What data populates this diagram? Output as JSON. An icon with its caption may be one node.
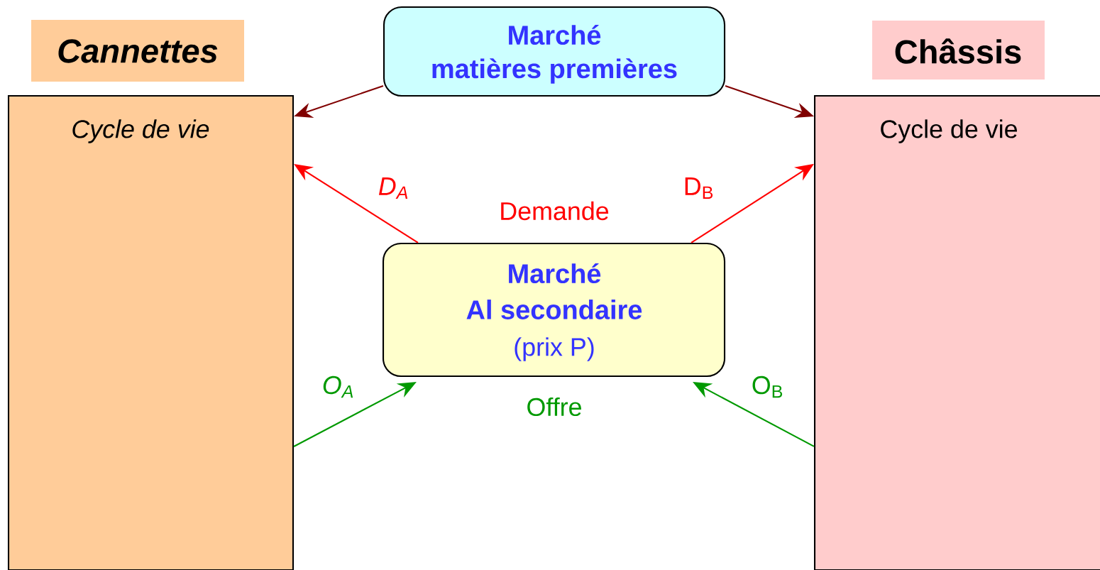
{
  "diagram": {
    "nodes": [
      {
        "text": [
          "Cannettes",
          "Cycle de vie"
        ]
      },
      {
        "text": [
          "Marché",
          "matières premières"
        ]
      },
      {
        "text": [
          "Châssis",
          "Cycle de vie"
        ]
      },
      {
        "text": [
          "Marché",
          "Al secondaire",
          "(prix P)"
        ]
      }
    ],
    "edges": [
      {
        "from": 1,
        "to": 0,
        "arrow": "to",
        "color": "#800000"
      },
      {
        "from": 1,
        "to": 2,
        "arrow": "to",
        "color": "#800000"
      },
      {
        "from": 3,
        "to": 0,
        "arrow": "to",
        "color": "#ff0000",
        "label": "D$_{A}$"
      },
      {
        "from": 3,
        "to": 2,
        "arrow": "to",
        "color": "#ff0000",
        "label": "D$_{B}$"
      },
      {
        "from": 0,
        "to": 3,
        "arrow": "to",
        "color": "#009900",
        "label": "O$_{A}$"
      },
      {
        "from": 2,
        "to": 3,
        "arrow": "to",
        "color": "#009900",
        "label": "O$_{B}$"
      }
    ],
    "labels": [
      "Demande",
      "Offre"
    ]
  }
}
